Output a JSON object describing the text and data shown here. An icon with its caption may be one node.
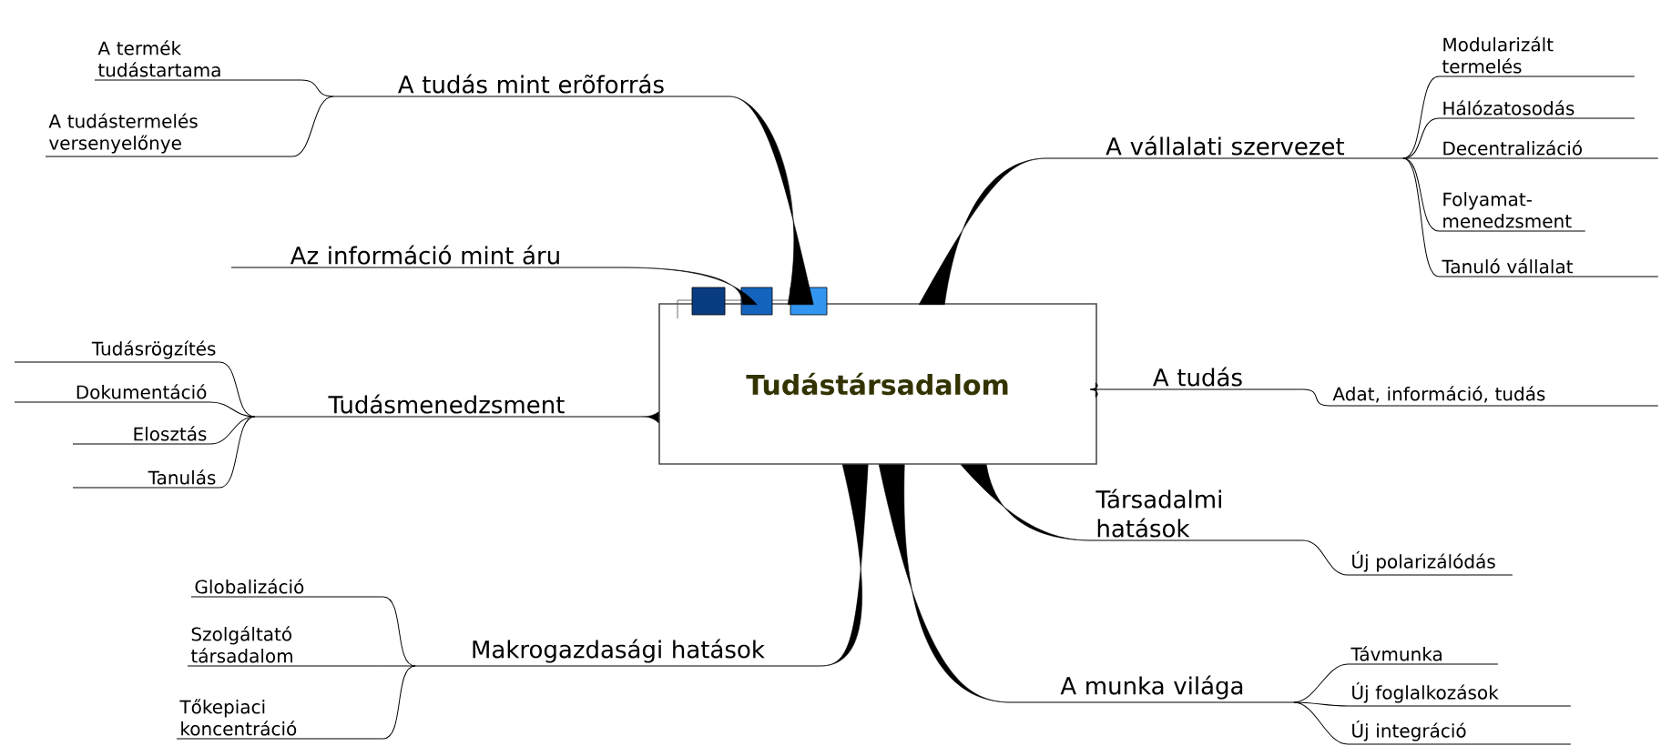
{
  "diagram": {
    "nodes": [
      {
        "text": [
          "Tudástársadalom"
        ]
      },
      {
        "text": [
          "A tudás mint erõforrás"
        ]
      },
      {
        "text": [
          "A termék tudástartama"
        ]
      },
      {
        "text": [
          "A tudástermelés versenyelőnye"
        ]
      },
      {
        "text": [
          "Az információ mint áru"
        ]
      },
      {
        "text": [
          "A vállalati szervezet"
        ]
      },
      {
        "text": [
          "Modularizált termelés"
        ]
      },
      {
        "text": [
          "Hálózatosodás"
        ]
      },
      {
        "text": [
          "Decentralizáció"
        ]
      },
      {
        "text": [
          "Folyamat-menedzsment"
        ]
      },
      {
        "text": [
          "Tanuló vállalat"
        ]
      },
      {
        "text": [
          "Tudásmenedzsment"
        ]
      },
      {
        "text": [
          "Tudásrögzítés"
        ]
      },
      {
        "text": [
          "Dokumentáció"
        ]
      },
      {
        "text": [
          "Elosztás"
        ]
      },
      {
        "text": [
          "Tanulás"
        ]
      },
      {
        "text": [
          "A tudás"
        ]
      },
      {
        "text": [
          "Adat, információ, tudás"
        ]
      },
      {
        "text": [
          "Társadalmi hatások"
        ]
      },
      {
        "text": [
          "Új polarizálódás"
        ]
      },
      {
        "text": [
          "Makrogazdasági hatások"
        ]
      },
      {
        "text": [
          "Globalizáció"
        ]
      },
      {
        "text": [
          "Szolgáltató társadalom"
        ]
      },
      {
        "text": [
          "Tőkepiaci koncentráció"
        ]
      },
      {
        "text": [
          "A munka világa"
        ]
      },
      {
        "text": [
          "Távmunka"
        ]
      },
      {
        "text": [
          "Új foglalkozások"
        ]
      },
      {
        "text": [
          "Új integráció"
        ]
      }
    ],
    "edges": [
      {
        "from": 0,
        "to": 1,
        "arrow": "none",
        "style": "thick"
      },
      {
        "from": 1,
        "to": 2,
        "arrow": "none"
      },
      {
        "from": 1,
        "to": 3,
        "arrow": "none"
      },
      {
        "from": 0,
        "to": 4,
        "arrow": "none",
        "style": "thick"
      },
      {
        "from": 0,
        "to": 5,
        "arrow": "none",
        "style": "thick"
      },
      {
        "from": 5,
        "to": 6,
        "arrow": "none"
      },
      {
        "from": 5,
        "to": 7,
        "arrow": "none"
      },
      {
        "from": 5,
        "to": 8,
        "arrow": "none"
      },
      {
        "from": 5,
        "to": 9,
        "arrow": "none"
      },
      {
        "from": 5,
        "to": 10,
        "arrow": "none"
      },
      {
        "from": 0,
        "to": 11,
        "arrow": "none",
        "style": "thick"
      },
      {
        "from": 11,
        "to": 12,
        "arrow": "none"
      },
      {
        "from": 11,
        "to": 13,
        "arrow": "none"
      },
      {
        "from": 11,
        "to": 14,
        "arrow": "none"
      },
      {
        "from": 11,
        "to": 15,
        "arrow": "none"
      },
      {
        "from": 0,
        "to": 16,
        "arrow": "none",
        "style": "thick"
      },
      {
        "from": 16,
        "to": 17,
        "arrow": "none"
      },
      {
        "from": 0,
        "to": 18,
        "arrow": "none",
        "style": "thick"
      },
      {
        "from": 18,
        "to": 19,
        "arrow": "none"
      },
      {
        "from": 0,
        "to": 20,
        "arrow": "none",
        "style": "thick"
      },
      {
        "from": 20,
        "to": 21,
        "arrow": "none"
      },
      {
        "from": 20,
        "to": 22,
        "arrow": "none"
      },
      {
        "from": 20,
        "to": 23,
        "arrow": "none"
      },
      {
        "from": 0,
        "to": 24,
        "arrow": "none",
        "style": "thick"
      },
      {
        "from": 24,
        "to": 25,
        "arrow": "none"
      },
      {
        "from": 24,
        "to": 26,
        "arrow": "none"
      },
      {
        "from": 24,
        "to": 27,
        "arrow": "none"
      }
    ]
  }
}
